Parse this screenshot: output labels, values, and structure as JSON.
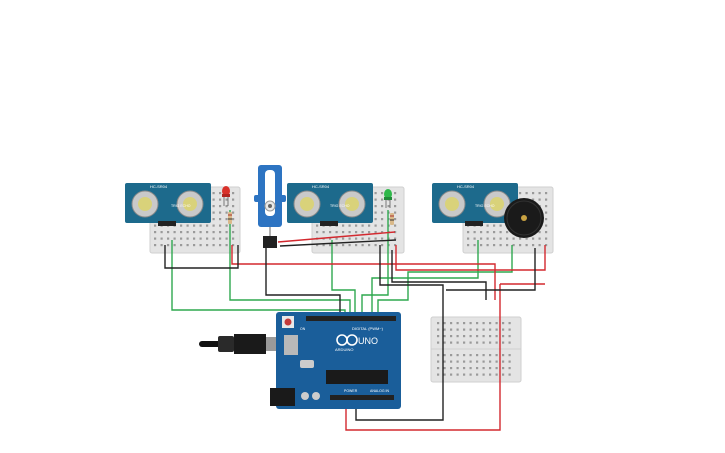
{
  "sensors": [
    {
      "top_label": "HC-SR04",
      "side_label": "TRIG ECHO"
    },
    {
      "top_label": "HC-SR04",
      "side_label": "TRIG ECHO"
    },
    {
      "top_label": "HC-SR04",
      "side_label": "TRIG ECHO"
    }
  ],
  "arduino": {
    "brand": "ARDUINO",
    "model": "UNO",
    "digital_label": "DIGITAL (PWM~)",
    "power_label": "POWER",
    "analog_label": "ANALOG IN",
    "on_label": "ON"
  },
  "colors": {
    "board_blue": "#1f5f8b",
    "sensor_blue": "#1d6a8c",
    "arduino_blue": "#1a5e9a",
    "breadboard": "#e6e6e6",
    "wire_red": "#d3292f",
    "wire_black": "#222222",
    "wire_green": "#2fa84f",
    "led_red": "#d8312a",
    "led_green": "#2fb84a",
    "buzzer": "#1a1a1a",
    "servo_blue": "#2d74c2"
  },
  "components": {
    "led_left": "red-led",
    "led_right": "green-led",
    "actuator": "servo-motor",
    "alarm": "piezo-buzzer"
  }
}
